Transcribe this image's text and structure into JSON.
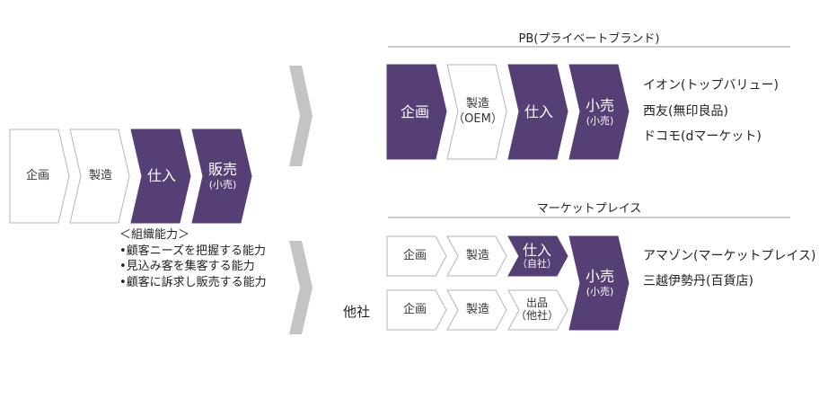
{
  "colors": {
    "purple": "#553f74",
    "gray": "#c4c4c4",
    "outline": "#b5b5b5"
  },
  "left": {
    "steps": [
      {
        "label": "企画"
      },
      {
        "label": "製造"
      },
      {
        "label": "仕入"
      },
      {
        "label": "販売",
        "sub": "(小売)"
      }
    ],
    "capabilities_title": "＜組織能力＞",
    "capabilities": [
      "•顧客ニーズを把握する能力",
      "•見込み客を集客する能力",
      "•顧客に訴求し販売する能力"
    ]
  },
  "pb": {
    "title": "PB(プライベートブランド)",
    "steps": [
      {
        "label": "企画"
      },
      {
        "label": "製造",
        "sub": "（OEM）"
      },
      {
        "label": "仕入"
      },
      {
        "label": "小売",
        "sub": "(小売)"
      }
    ],
    "examples": [
      "イオン(トップバリュー)",
      "西友(無印良品)",
      "ドコモ(dマーケット)"
    ]
  },
  "mp": {
    "title": "マーケットプレイス",
    "row1": [
      {
        "label": "企画"
      },
      {
        "label": "製造"
      },
      {
        "label": "仕入",
        "sub": "（自社）"
      }
    ],
    "other_label": "他社",
    "row2": [
      {
        "label": "企画"
      },
      {
        "label": "製造"
      },
      {
        "label": "出品",
        "sub": "（他社）"
      }
    ],
    "retail": {
      "label": "小売",
      "sub": "(小売)"
    },
    "examples": [
      "アマゾン(マーケットプレイス)",
      "三越伊勢丹(百貨店)"
    ]
  }
}
